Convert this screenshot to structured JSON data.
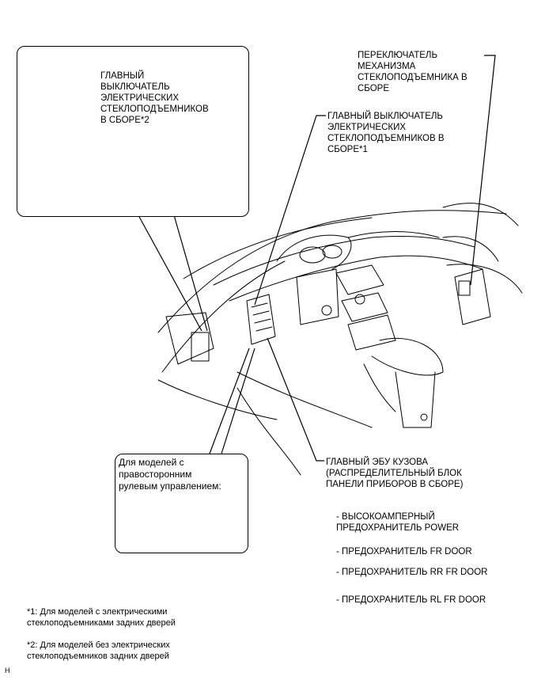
{
  "labels": {
    "main_switch_2": "ГЛАВНЫЙ\nВЫКЛЮЧАТЕЛЬ\nЭЛЕКТРИЧЕСКИХ\nСТЕКЛОПОДЪЕМНИКОВ\nВ СБОРЕ*2",
    "regulator_switch": "ПЕРЕКЛЮЧАТЕЛЬ\nМЕХАНИЗМА\nСТЕКЛОПОДЪЕМНИКА В\nСБОРЕ",
    "main_switch_1": "ГЛАВНЫЙ ВЫКЛЮЧАТЕЛЬ\nЭЛЕКТРИЧЕСКИХ\nСТЕКЛОПОДЪЕМНИКОВ В\nСБОРЕ*1",
    "rhd_note": "Для моделей с\nправосторонним\nрулевым управлением:",
    "body_ecu": "ГЛАВНЫЙ ЭБУ КУЗОВА\n(РАСПРЕДЕЛИТЕЛЬНЫЙ БЛОК\nПАНЕЛИ ПРИБОРОВ В СБОРЕ)",
    "fuse_power": "- ВЫСОКОАМПЕРНЫЙ\nПРЕДОХРАНИТЕЛЬ POWER",
    "fuse_fr_door": "- ПРЕДОХРАНИТЕЛЬ FR DOOR",
    "fuse_rr_fr_door": "- ПРЕДОХРАНИТЕЛЬ RR FR DOOR",
    "fuse_rl_fr_door": "- ПРЕДОХРАНИТЕЛЬ RL FR DOOR"
  },
  "footnotes": {
    "note1": "*1: Для моделей с электрическими\nстеклоподъемниками задних дверей",
    "note2": "*2: Для моделей без электрических\nстеклоподъемников задних дверей"
  },
  "corner_mark": "H"
}
